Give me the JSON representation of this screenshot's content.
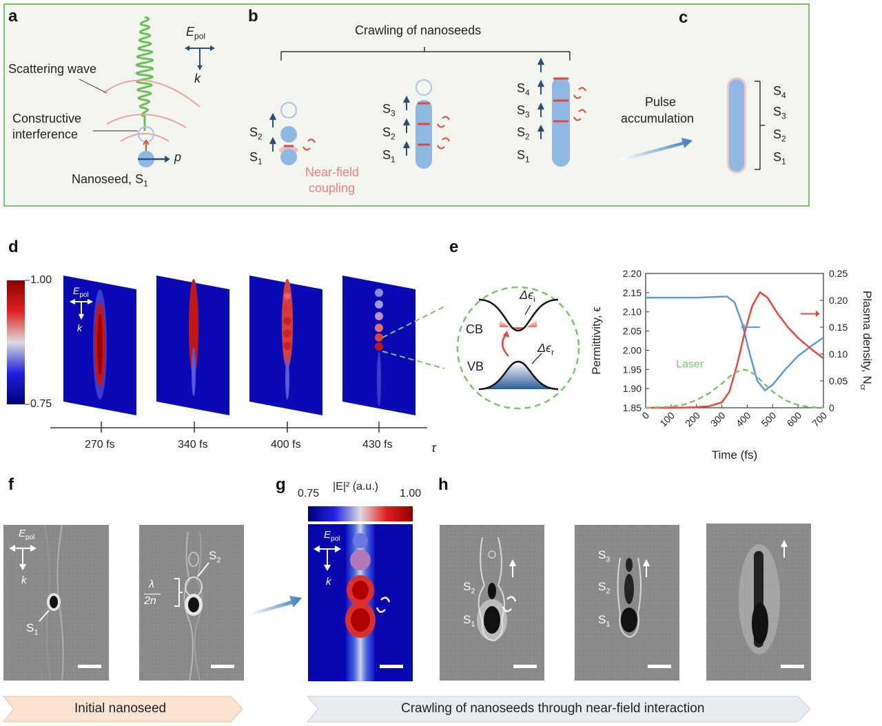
{
  "panels": {
    "a": {
      "label": "a",
      "scattering_wave": "Scattering wave",
      "constructive_line1": "Constructive",
      "constructive_line2": "interference",
      "nanoseed": "Nanoseed, S",
      "nanoseed_sub": "1",
      "epol": "E",
      "epol_sub": "pol",
      "k": "k",
      "p": "p"
    },
    "b": {
      "label": "b",
      "title": "Crawling of nanoseeds",
      "coupling_line1": "Near-field",
      "coupling_line2": "coupling",
      "seeds": [
        "S1",
        "S2",
        "S3",
        "S4"
      ]
    },
    "c": {
      "label": "c",
      "pulse_line1": "Pulse",
      "pulse_line2": "accumulation",
      "seeds": [
        "S4",
        "S3",
        "S2",
        "S1"
      ]
    },
    "d": {
      "label": "d",
      "colorbar_max": "1.00",
      "colorbar_min": "0.75",
      "times": [
        "270 fs",
        "340 fs",
        "400 fs",
        "430 fs"
      ],
      "tau": "τ",
      "epol": "E",
      "epol_sub": "pol",
      "k": "k"
    },
    "e": {
      "label": "e",
      "cb": "CB",
      "vb": "VB",
      "delta_i": "Δϵ",
      "delta_i_sub": "i",
      "delta_r": "Δϵ",
      "delta_r_sub": "r",
      "laser": "Laser"
    },
    "f": {
      "label": "f",
      "epol": "E",
      "epol_sub": "pol",
      "k": "k",
      "s1": "S",
      "s2": "S",
      "lambda": "λ",
      "two_n": "2n"
    },
    "g": {
      "label": "g",
      "cb_title": "|E|² (a.u.)",
      "cb_min": "0.75",
      "cb_max": "1.00",
      "epol": "E",
      "epol_sub": "pol",
      "k": "k"
    },
    "h": {
      "label": "h",
      "seeds": [
        "S",
        "S",
        "S"
      ]
    }
  },
  "chart_data": {
    "type": "line",
    "xlabel": "Time (fs)",
    "ylabel_left": "Permittivity, ϵ",
    "ylabel_right": "Plasma density, N",
    "ylabel_right_sub": "cr",
    "xlim": [
      0,
      700
    ],
    "ylim_left": [
      1.85,
      2.2
    ],
    "ylim_right": [
      0,
      0.25
    ],
    "x_ticks": [
      "0",
      "100",
      "200",
      "300",
      "400",
      "500",
      "600",
      "700"
    ],
    "y_ticks_left": [
      "1.85",
      "1.90",
      "1.95",
      "2.00",
      "2.05",
      "2.10",
      "2.15",
      "2.20"
    ],
    "y_ticks_right": [
      "0",
      "0.05",
      "0.10",
      "0.15",
      "0.20",
      "0.25"
    ],
    "series": [
      {
        "name": "",
        "axis": "left",
        "color": "#5b9bd5",
        "x": [
          0,
          100,
          200,
          280,
          320,
          350,
          380,
          410,
          440,
          470,
          500,
          550,
          600,
          650,
          700
        ],
        "y": [
          2.137,
          2.137,
          2.137,
          2.139,
          2.14,
          2.125,
          2.07,
          1.99,
          1.92,
          1.895,
          1.91,
          1.95,
          1.985,
          2.01,
          2.033
        ]
      },
      {
        "name": "",
        "axis": "right",
        "color": "#e8453c",
        "x": [
          0,
          100,
          200,
          250,
          300,
          330,
          360,
          390,
          420,
          450,
          480,
          520,
          560,
          600,
          650,
          700
        ],
        "y": [
          0,
          0,
          0.001,
          0.003,
          0.01,
          0.03,
          0.08,
          0.14,
          0.19,
          0.215,
          0.205,
          0.175,
          0.15,
          0.13,
          0.11,
          0.092
        ]
      },
      {
        "name": "Laser",
        "axis": "right",
        "dashed": true,
        "color": "#7cc46a",
        "x": [
          0,
          100,
          150,
          200,
          250,
          300,
          330,
          360,
          380,
          400,
          430,
          460,
          500,
          550,
          600,
          650,
          700
        ],
        "y": [
          0,
          0.002,
          0.006,
          0.014,
          0.027,
          0.045,
          0.058,
          0.067,
          0.071,
          0.07,
          0.062,
          0.048,
          0.03,
          0.014,
          0.005,
          0.001,
          0
        ]
      }
    ]
  },
  "banners": {
    "left": "Initial nanoseed",
    "right": "Crawling of nanoseeds through near-field interaction"
  }
}
